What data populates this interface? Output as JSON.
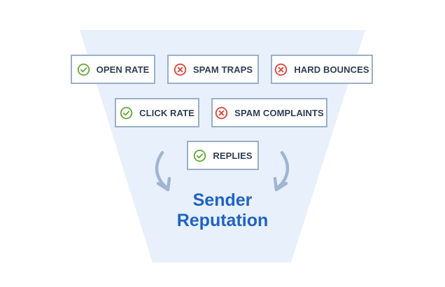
{
  "items": [
    {
      "label": "OPEN RATE",
      "status": "positive",
      "icon": "check-circle-icon"
    },
    {
      "label": "SPAM TRAPS",
      "status": "negative",
      "icon": "x-circle-icon"
    },
    {
      "label": "HARD BOUNCES",
      "status": "negative",
      "icon": "x-circle-icon"
    },
    {
      "label": "CLICK RATE",
      "status": "positive",
      "icon": "check-circle-icon"
    },
    {
      "label": "SPAM COMPLAINTS",
      "status": "negative",
      "icon": "x-circle-icon"
    },
    {
      "label": "REPLIES",
      "status": "positive",
      "icon": "check-circle-icon"
    }
  ],
  "result": {
    "line1": "Sender",
    "line2": "Reputation"
  },
  "colors": {
    "funnel_fill": "#e8f0fb",
    "box_border": "#9aafc8",
    "text": "#2f3e55",
    "positive": "#6aaa3a",
    "negative": "#e0493a",
    "arrow": "#9fb5d2",
    "result_text": "#1f63c4"
  }
}
